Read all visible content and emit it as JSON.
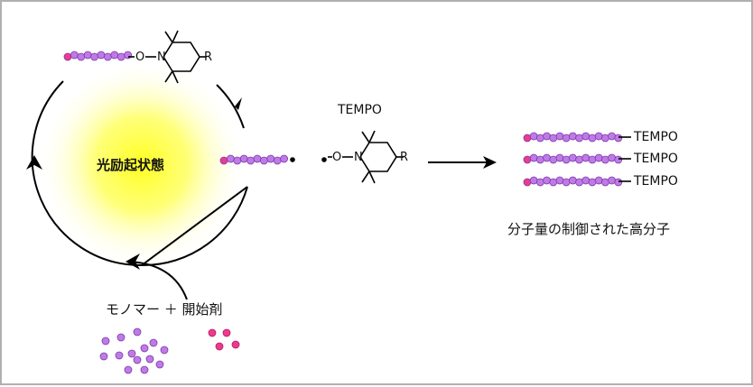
{
  "diagram": {
    "top_molecule": {
      "oxygen": "O",
      "nitrogen": "N",
      "substituent": "R"
    },
    "tempo_molecule": {
      "title": "TEMPO",
      "oxygen": "O",
      "nitrogen": "N",
      "substituent": "R"
    },
    "excited_state_label": "光励起状態",
    "monomer_label": "モノマー ＋ 開始剤",
    "products": {
      "labels": [
        "TEMPO",
        "TEMPO",
        "TEMPO"
      ],
      "caption": "分子量の制御された高分子"
    }
  },
  "colors": {
    "chain_bead": "#c07ae8",
    "chain_end": "#ee3a8e",
    "initiator": "#ee3a8e",
    "glow_core": "#ffff20",
    "line": "#000000"
  }
}
